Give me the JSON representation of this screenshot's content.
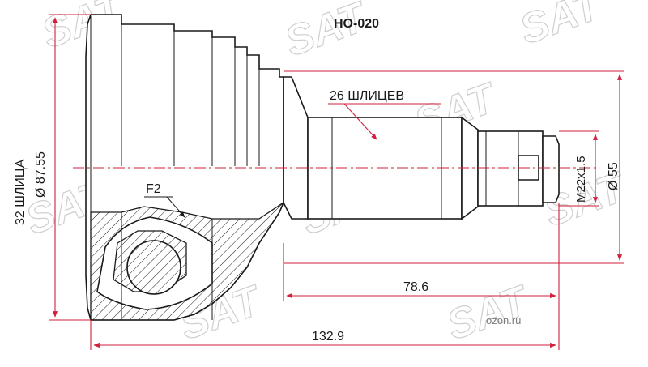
{
  "part_code": "HO-020",
  "labels": {
    "outer_splines": "32 ШЛИЦА",
    "outer_diameter": "Ø 87.55",
    "inner_splines": "26 ШЛИЦЕВ",
    "thread": "M22x1.5",
    "shaft_diameter": "Ø 55",
    "feature": "F2",
    "length_shaft": "78.6",
    "length_total": "132.9"
  },
  "watermark": {
    "brand": "SAT",
    "site": "ozon.ru"
  },
  "colors": {
    "dimension": "#d21f3c",
    "outline": "#1a1a1a",
    "watermark": "#cfcfcf"
  }
}
